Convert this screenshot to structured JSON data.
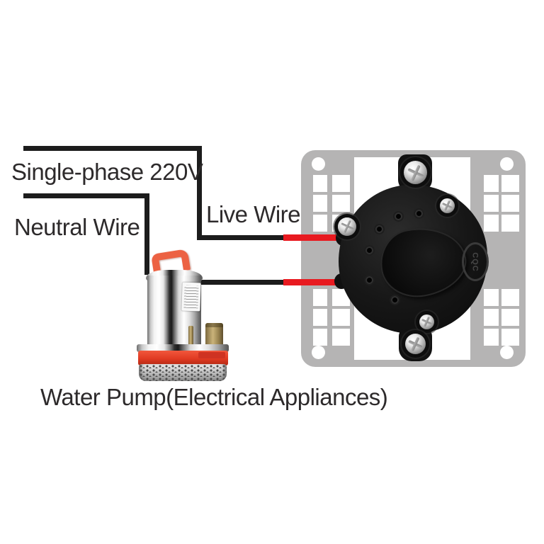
{
  "labels": {
    "source": "Single-phase 220V",
    "neutral": "Neutral Wire",
    "live": "Live Wire",
    "pump_caption": "Water Pump(Electrical Appliances)",
    "device_mark": "CQC"
  },
  "colors": {
    "wire_black": "#1c1c1c",
    "wire_red": "#e81a20",
    "text": "#2d2a2b",
    "plate_gray": "#b5b4b4",
    "device_black": "#171717",
    "handle_orange": "#ec6243",
    "band_red": "#e03a22",
    "brass": "#cab37a"
  }
}
